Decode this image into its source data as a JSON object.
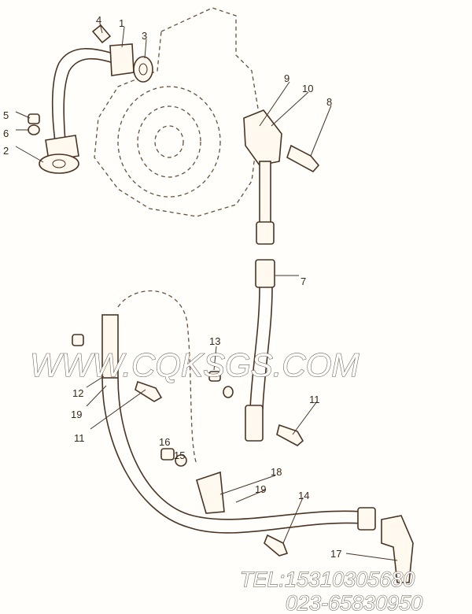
{
  "diagram": {
    "callouts": [
      "4",
      "1",
      "3",
      "9",
      "10",
      "8",
      "5",
      "6",
      "2",
      "7",
      "13",
      "12",
      "19",
      "11",
      "11",
      "16",
      "15",
      "18",
      "19",
      "14",
      "17"
    ],
    "line_color": "#4a3424",
    "background": "#fffefb"
  },
  "watermark": {
    "site": "WWW.CQKSGS.COM",
    "tel": "TEL:15310305680",
    "phone2": "023-65830950"
  }
}
